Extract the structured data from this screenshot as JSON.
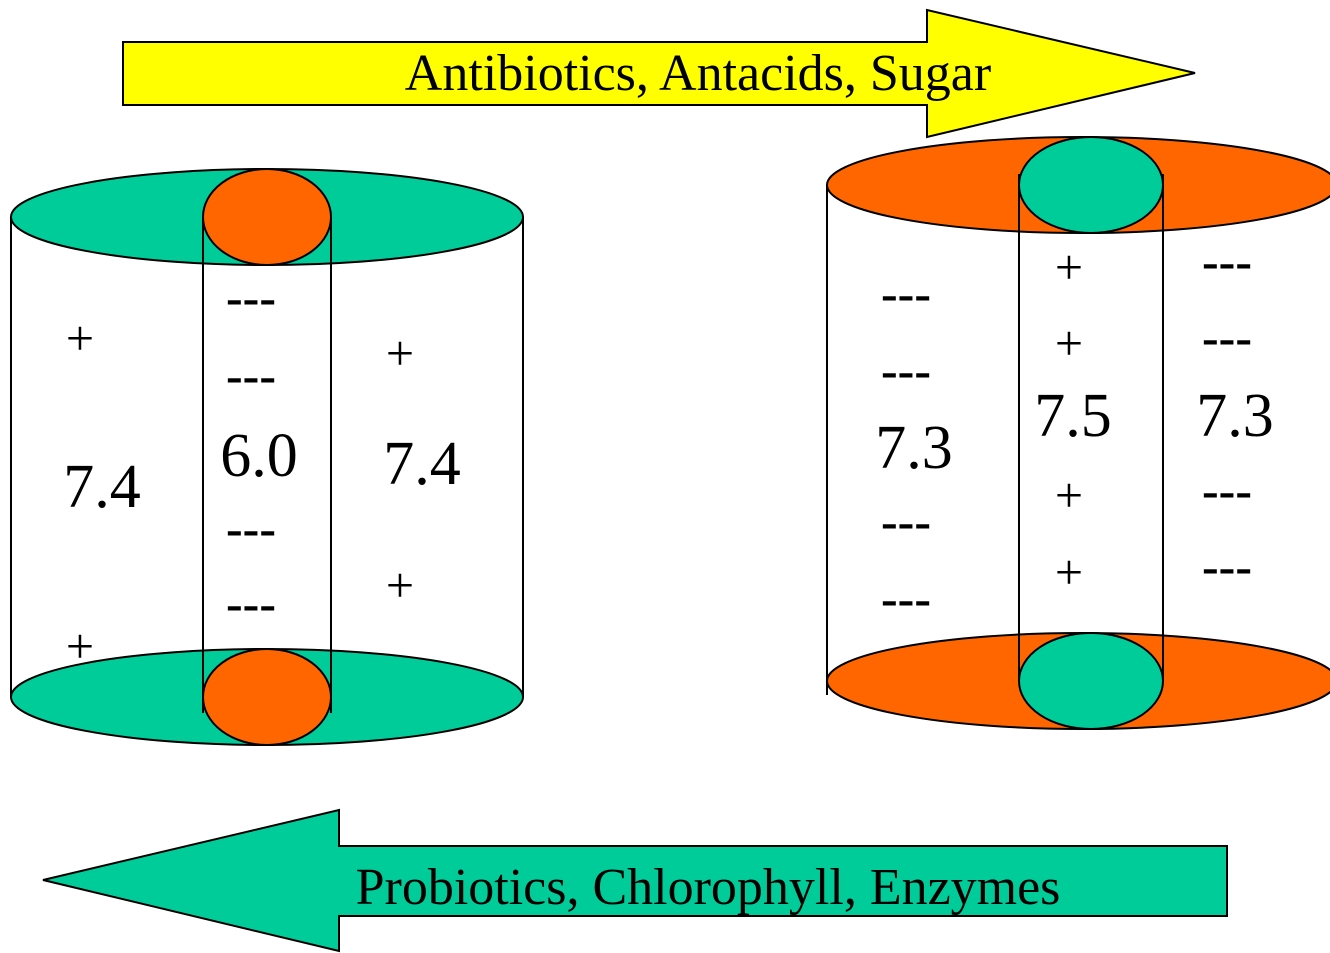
{
  "arrows": {
    "top": {
      "label": "Antibiotics, Antacids, Sugar",
      "color": "#ffff00"
    },
    "bottom": {
      "label": "Probiotics, Chlorophyll, Enzymes",
      "color": "#00cc99"
    }
  },
  "colors": {
    "teal": "#00cc99",
    "orange": "#ff6600",
    "outline": "#000000"
  },
  "left_cylinder": {
    "outer_left": {
      "value": "7.4",
      "signs": [
        "+",
        "+"
      ]
    },
    "inner": {
      "value": "6.0",
      "signs": [
        "---",
        "---",
        "---",
        "---"
      ]
    },
    "outer_right": {
      "value": "7.4",
      "signs": [
        "+",
        "+"
      ]
    }
  },
  "right_cylinder": {
    "outer_left": {
      "value": "7.3",
      "signs": [
        "---",
        "---",
        "---",
        "---"
      ]
    },
    "inner": {
      "value": "7.5",
      "signs": [
        "+",
        "+",
        "+",
        "+"
      ]
    },
    "outer_right": {
      "value": "7.3",
      "signs": [
        "---",
        "---",
        "---",
        "---"
      ]
    }
  }
}
